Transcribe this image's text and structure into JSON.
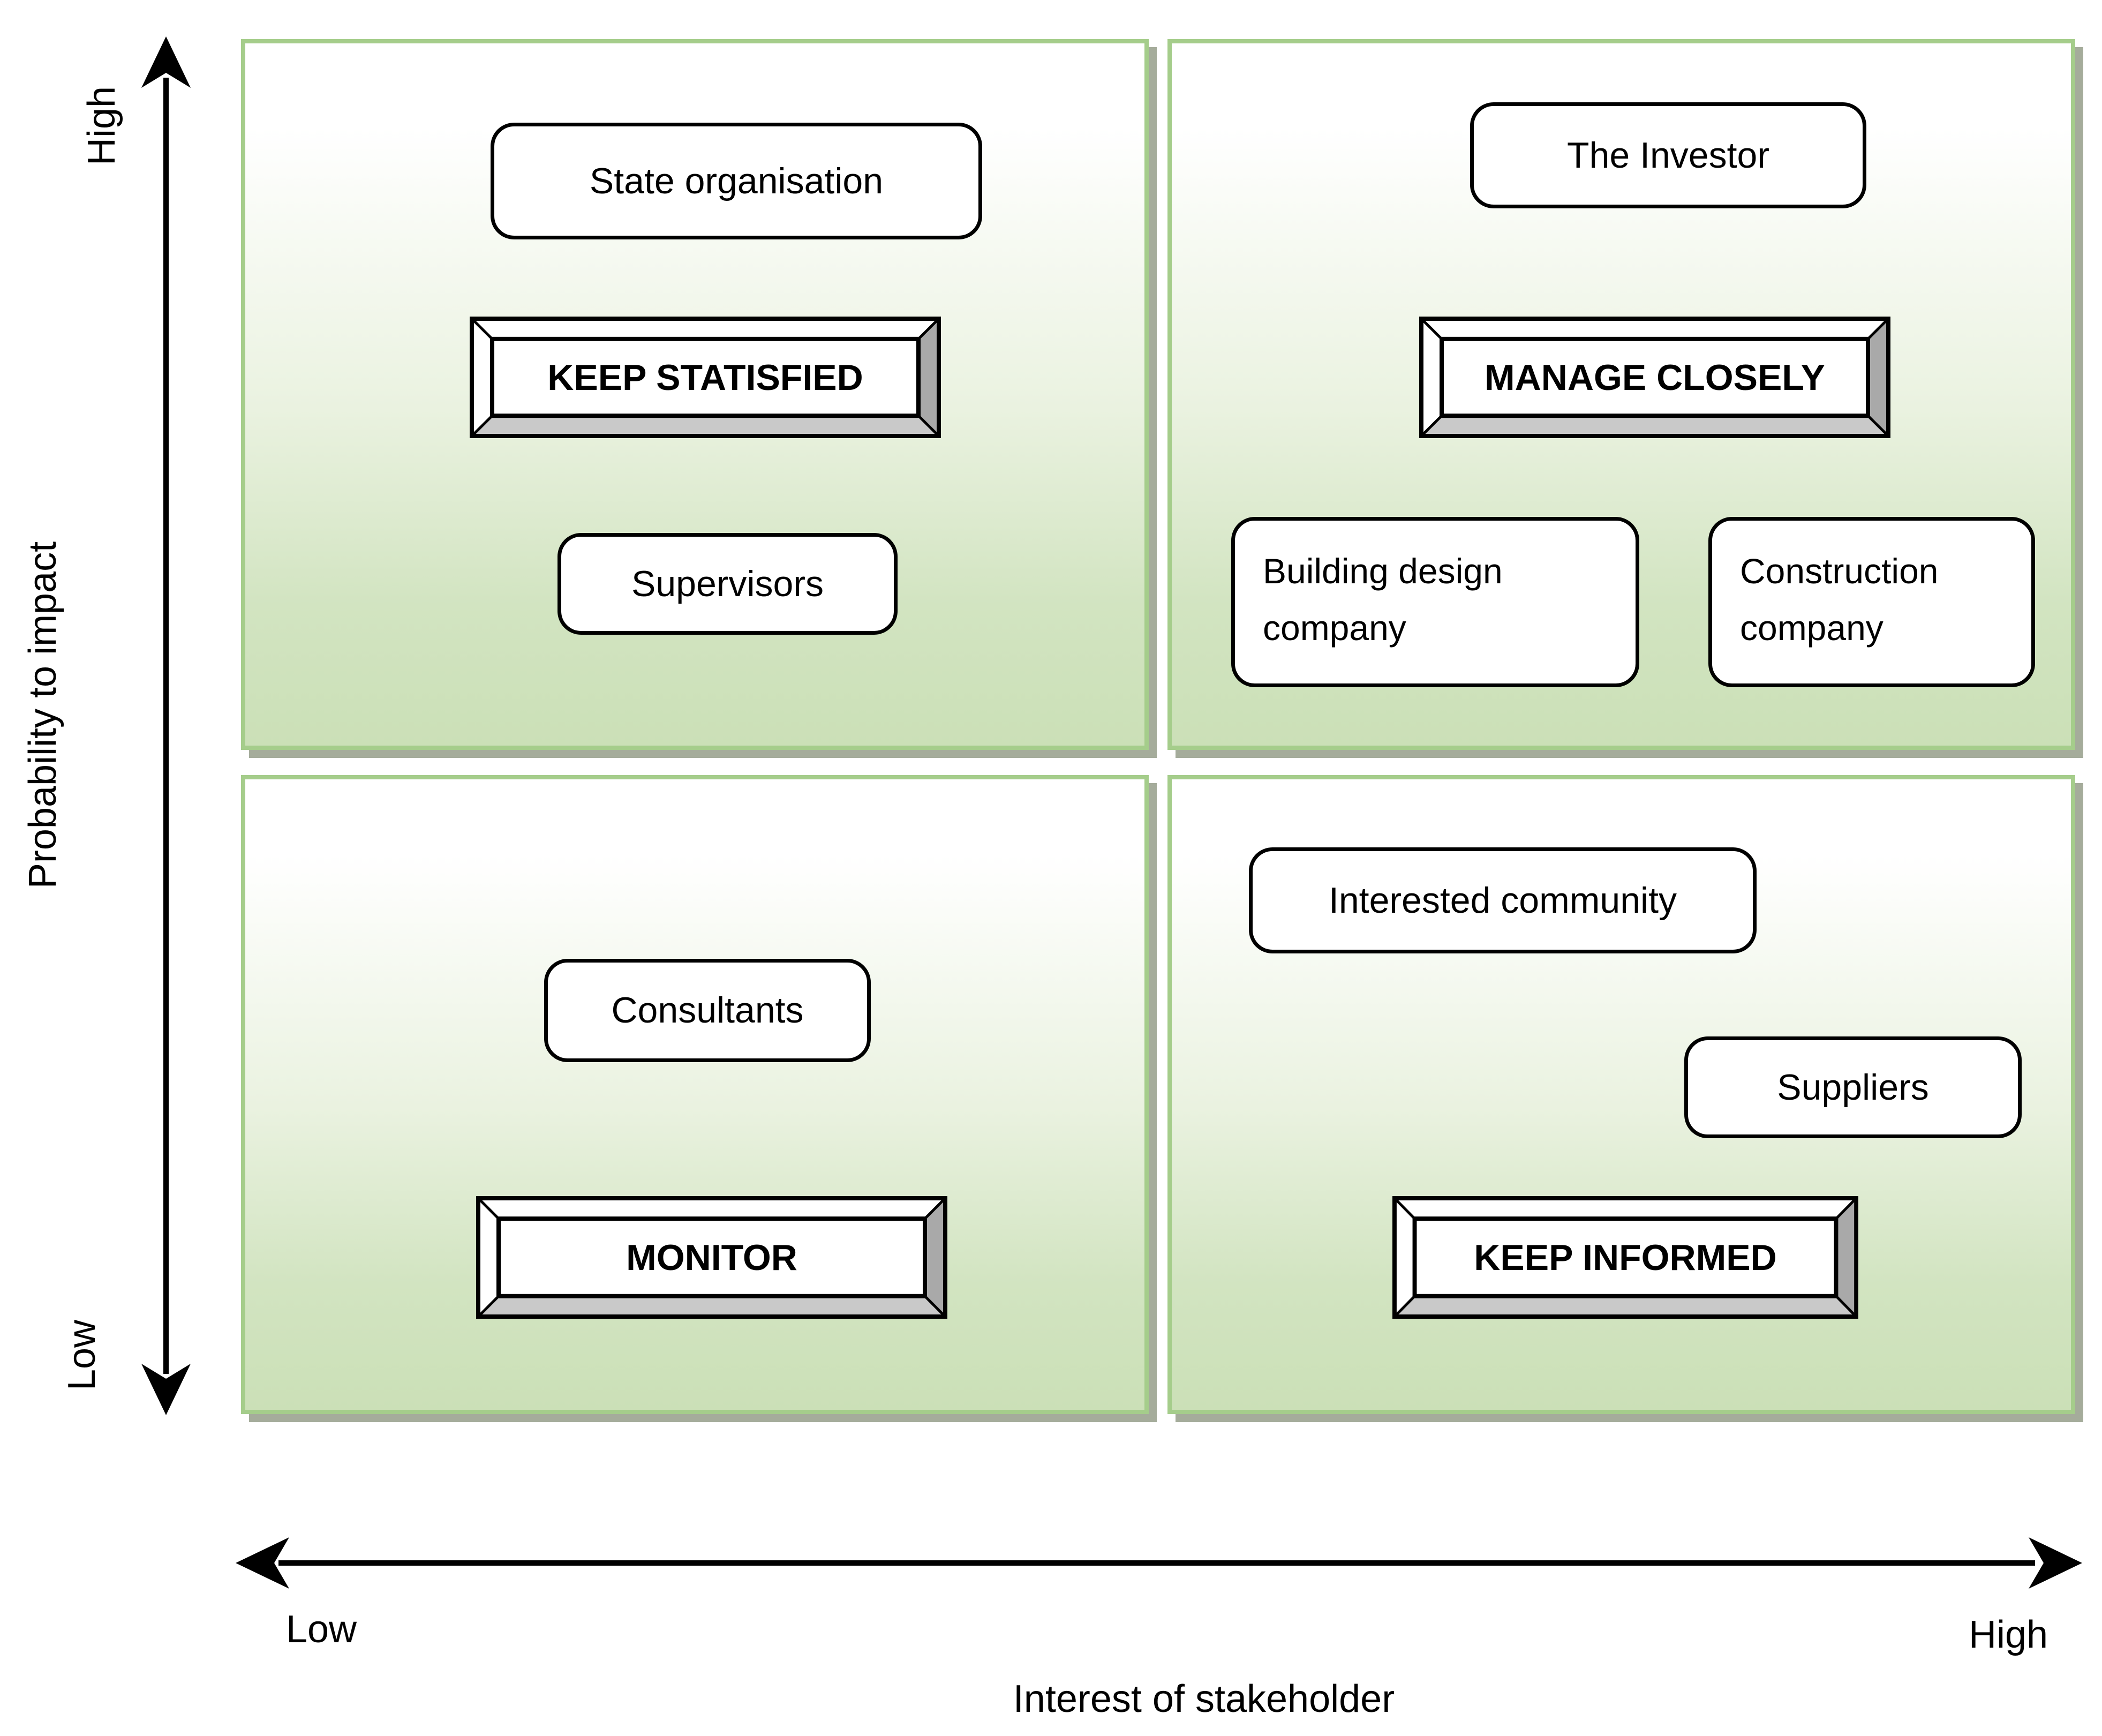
{
  "matrix": {
    "y_axis": {
      "title": "Probability to impact",
      "top": "High",
      "bottom": "Low"
    },
    "x_axis": {
      "title": "Interest of stakeholder",
      "left": "Low",
      "right": "High"
    },
    "quadrants": {
      "top_left": {
        "strategy": "KEEP STATISFIED",
        "stakeholders": {
          "state_organisation": "State organisation",
          "supervisors": "Supervisors"
        }
      },
      "top_right": {
        "strategy": "MANAGE CLOSELY",
        "stakeholders": {
          "the_investor": "The Investor",
          "building_design_company": "Building design company",
          "construction_company": "Construction company"
        }
      },
      "bottom_left": {
        "strategy": "MONITOR",
        "stakeholders": {
          "consultants": "Consultants"
        }
      },
      "bottom_right": {
        "strategy": "KEEP INFORMED",
        "stakeholders": {
          "interested_community": "Interested community",
          "suppliers": "Suppliers"
        }
      }
    },
    "colors": {
      "quadrant_border": "#a5cd8b",
      "quadrant_fill_top": "#ffffff",
      "quadrant_fill_bottom": "#cbe0b7",
      "panel_shadow": "#a5ac9b",
      "bevel_right_face": "#a9a9a9",
      "bevel_bottom_face": "#c9c9c9",
      "text": "#000000"
    }
  }
}
